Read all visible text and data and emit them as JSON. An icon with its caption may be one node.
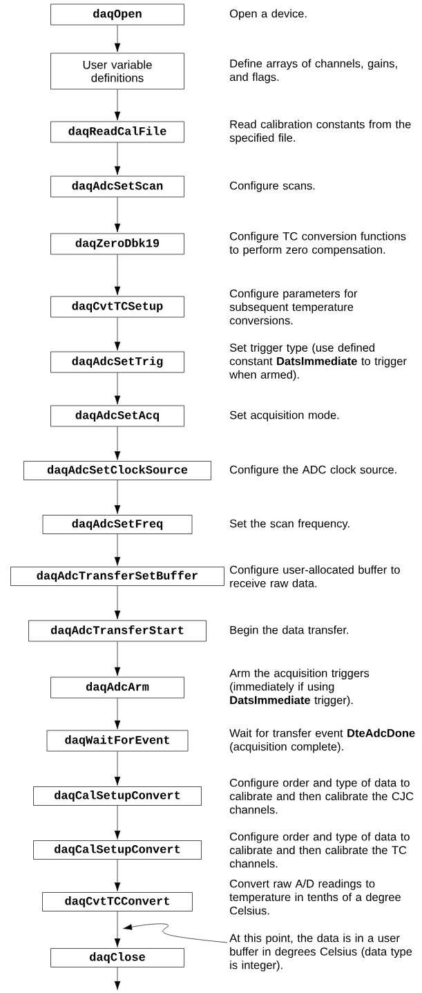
{
  "diagram": {
    "nodes": [
      {
        "text": [
          "daqOpen"
        ]
      },
      {
        "text": [
          "User variable definitions"
        ]
      },
      {
        "text": [
          "daqReadCalFile"
        ]
      },
      {
        "text": [
          "daqAdcSetScan"
        ]
      },
      {
        "text": [
          "daqZeroDbk19"
        ]
      },
      {
        "text": [
          "daqCvtTCSetup"
        ]
      },
      {
        "text": [
          "daqAdcSetTrig"
        ]
      },
      {
        "text": [
          "daqAdcSetAcq"
        ]
      },
      {
        "text": [
          "daqAdcSetClockSource"
        ]
      },
      {
        "text": [
          "daqAdcSetFreq"
        ]
      },
      {
        "text": [
          "daqAdcTransferSetBuffer"
        ]
      },
      {
        "text": [
          "daqAdcTransferStart"
        ]
      },
      {
        "text": [
          "daqAdcArm"
        ]
      },
      {
        "text": [
          "daqWaitForEvent"
        ]
      },
      {
        "text": [
          "daqCalSetupConvert"
        ]
      },
      {
        "text": [
          "daqCalSetupConvert"
        ]
      },
      {
        "text": [
          "daqCvtTCConvert"
        ]
      },
      {
        "text": [
          "daqClose"
        ]
      },
      {
        "text": [
          "At this point, the data is in a user buffer in degrees Celsius (data type is integer)."
        ]
      }
    ],
    "edges": [
      {
        "from": 0,
        "to": 1,
        "arrow": "to"
      },
      {
        "from": 1,
        "to": 2,
        "arrow": "to"
      },
      {
        "from": 2,
        "to": 3,
        "arrow": "to"
      },
      {
        "from": 3,
        "to": 4,
        "arrow": "to"
      },
      {
        "from": 4,
        "to": 5,
        "arrow": "to"
      },
      {
        "from": 5,
        "to": 6,
        "arrow": "to"
      },
      {
        "from": 6,
        "to": 7,
        "arrow": "to"
      },
      {
        "from": 7,
        "to": 8,
        "arrow": "to"
      },
      {
        "from": 8,
        "to": 9,
        "arrow": "to"
      },
      {
        "from": 9,
        "to": 10,
        "arrow": "to"
      },
      {
        "from": 10,
        "to": 11,
        "arrow": "to"
      },
      {
        "from": 11,
        "to": 12,
        "arrow": "to"
      },
      {
        "from": 12,
        "to": 13,
        "arrow": "to"
      },
      {
        "from": 13,
        "to": 14,
        "arrow": "to"
      },
      {
        "from": 14,
        "to": 15,
        "arrow": "to"
      },
      {
        "from": 15,
        "to": 16,
        "arrow": "to"
      },
      {
        "from": 16,
        "to": 17,
        "arrow": "to"
      },
      {
        "from": 17,
        "to": null,
        "arrow": "to"
      },
      {
        "from": 18,
        "to": null,
        "arrow": "to"
      }
    ],
    "labels": [
      "Open a device.",
      "Define arrays of channels, gains, and flags.",
      "Read calibration constants from the specified file.",
      "Configure scans.",
      "Configure TC conversion functions to perform zero compensation.",
      "Configure parameters for subsequent temperature conversions.",
      "Set trigger type (use defined constant **DatsImmediate** to trigger when armed).",
      "Set acquisition mode.",
      "Configure the ADC clock source.",
      "Set the scan frequency.",
      "Configure user-allocated buffer to receive raw data.",
      "Begin the data transfer.",
      "Arm the acquisition triggers (immediately if using **DatsImmediate** trigger).",
      "Wait for transfer event **DteAdcDone** (acquisition complete).",
      "Configure order and type of data to calibrate and then calibrate the CJC channels.",
      "Configure order and type of data to calibrate and then calibrate the TC channels.",
      "Convert raw A/D readings to temperature in tenths of a degree Celsius."
    ]
  }
}
